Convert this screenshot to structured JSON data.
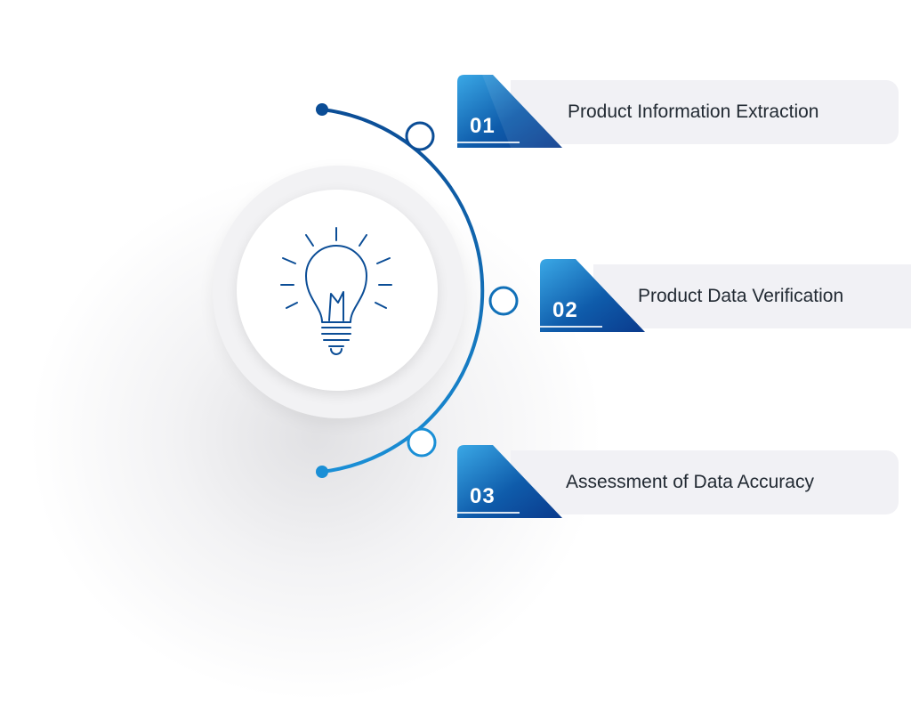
{
  "steps": [
    {
      "number": "01",
      "label": "Product Information Extraction"
    },
    {
      "number": "02",
      "label": "Product Data Verification"
    },
    {
      "number": "03",
      "label": "Assessment of Data Accuracy"
    }
  ],
  "center_icon": "light-bulb-icon",
  "colors": {
    "accent_dark": "#0a3a8c",
    "accent_light": "#2d9ee0",
    "arc_top": "#0b4d96",
    "arc_bottom": "#1a8fd6",
    "card_bg": "#f1f1f5",
    "label_text": "#222a33"
  }
}
